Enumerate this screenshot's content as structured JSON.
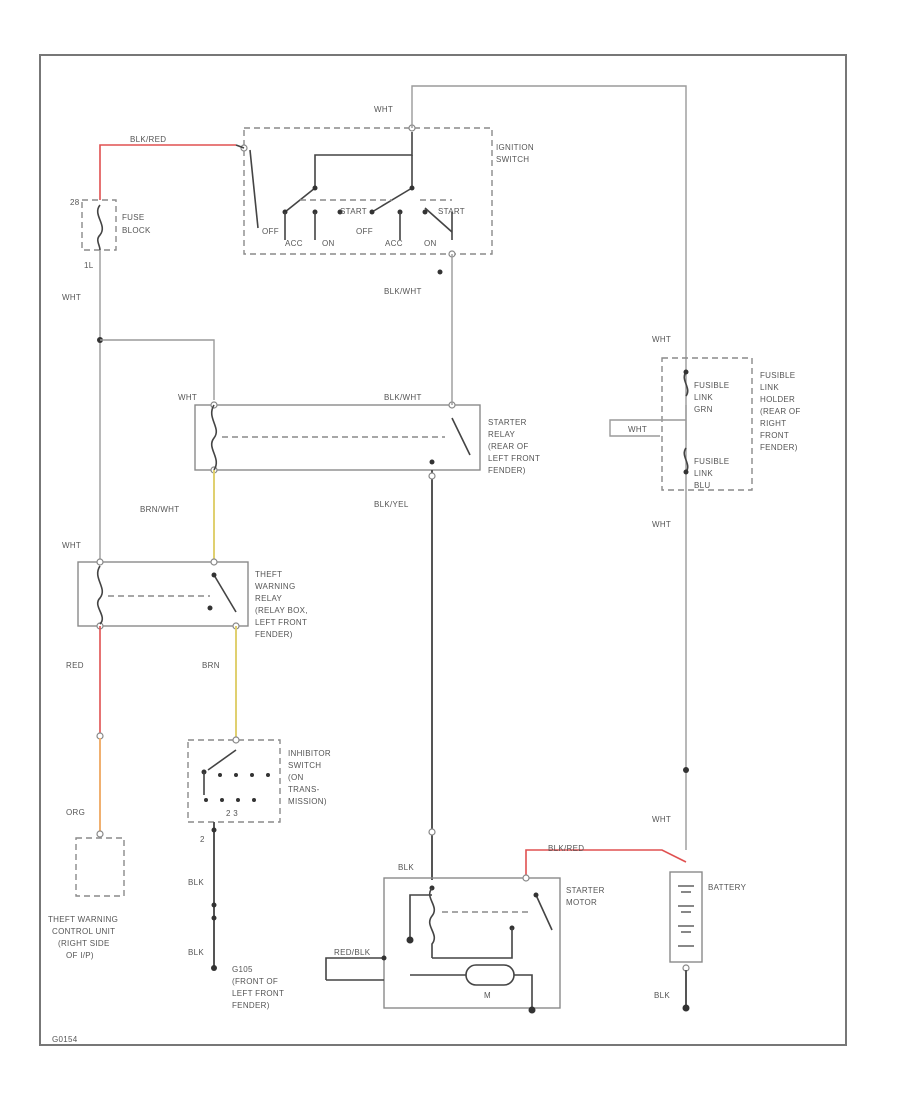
{
  "ignition_switch": {
    "wire_top": "WHT",
    "name_1": "IGNITION",
    "name_2": "SWITCH",
    "pos_off_1": "OFF",
    "pos_start_1": "START",
    "pos_acc_1": "ACC",
    "pos_on_1": "ON",
    "pos_off_2": "OFF",
    "pos_start_2": "START",
    "pos_acc_2": "ACC",
    "pos_on_2": "ON",
    "wire_out": "BLK/WHT"
  },
  "fuse_block": {
    "pin": "28",
    "name_1": "FUSE",
    "name_2": "BLOCK",
    "pin_bottom": "1L",
    "wire_in": "BLK/RED",
    "wire_out": "WHT"
  },
  "starter_relay": {
    "wire_in": "WHT",
    "wire_contact": "BLK/WHT",
    "lines": [
      "STARTER",
      "RELAY",
      "(REAR OF",
      "LEFT FRONT",
      "FENDER)"
    ],
    "wire_out": "BLK/YEL"
  },
  "theft_relay": {
    "wire_in": "WHT",
    "wire_coil": "BRN/WHT",
    "lines": [
      "THEFT",
      "WARNING",
      "RELAY",
      "(RELAY BOX,",
      "LEFT FRONT",
      "FENDER)"
    ],
    "wire_red": "RED",
    "wire_brn": "BRN"
  },
  "inhibitor_switch": {
    "lines": [
      "INHIBITOR",
      "SWITCH",
      "(ON",
      "TRANS-",
      "MISSION)"
    ],
    "pins": "2 3",
    "pin_bottom": "2",
    "wire_out_1": "BLK",
    "wire_out_2": "BLK"
  },
  "theft_control_unit": {
    "wire_in": "ORG",
    "lines": [
      "THEFT WARNING",
      "CONTROL UNIT",
      "(RIGHT SIDE",
      "OF I/P)"
    ]
  },
  "ground": {
    "lines": [
      "G105",
      "(FRONT OF",
      "LEFT FRONT",
      "FENDER)"
    ]
  },
  "fusible_links": {
    "wire_top": "WHT",
    "wire_side": "WHT",
    "link_1": [
      "FUSIBLE",
      "LINK",
      "GRN"
    ],
    "link_2": [
      "FUSIBLE",
      "LINK",
      "BLU"
    ],
    "lines": [
      "FUSIBLE",
      "LINK",
      "HOLDER",
      "(REAR OF",
      "RIGHT",
      "FRONT",
      "FENDER)"
    ],
    "wire_bottom": "WHT"
  },
  "starter_motor": {
    "wire_in": "BLK",
    "wire_battery": "BLK/RED",
    "wire_field": "RED/BLK",
    "label_1": "STARTER",
    "label_2": "MOTOR",
    "motor": "M"
  },
  "battery": {
    "wire_top": "WHT",
    "label": "BATTERY",
    "wire_ground": "BLK"
  },
  "figure_id": "G0154"
}
